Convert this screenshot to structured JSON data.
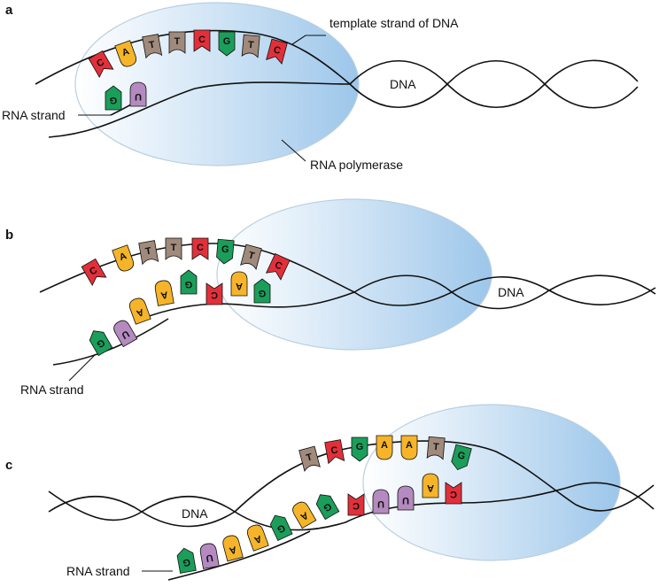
{
  "panels": [
    {
      "letter": "a",
      "labels": {
        "template": "template strand of DNA",
        "dna": "DNA",
        "rna_strand": "RNA strand",
        "polymerase": "RNA polymerase"
      },
      "template_bases": [
        "C",
        "A",
        "T",
        "T",
        "C",
        "G",
        "T",
        "C"
      ],
      "rna_bases": [
        "G",
        "U"
      ]
    },
    {
      "letter": "b",
      "labels": {
        "dna": "DNA",
        "rna_strand": "RNA strand"
      },
      "template_bases": [
        "C",
        "A",
        "T",
        "T",
        "C",
        "G",
        "T",
        "C"
      ],
      "template_bottom_bases": [
        "C"
      ],
      "rna_bases": [
        "G",
        "U",
        "A",
        "A",
        "G",
        "A",
        "G"
      ]
    },
    {
      "letter": "c",
      "labels": {
        "dna": "DNA",
        "rna_strand": "RNA strand"
      },
      "template_bases": [
        "T",
        "C",
        "G",
        "A",
        "A",
        "T",
        "G"
      ],
      "template_bottom_bases": [
        "C"
      ],
      "rna_bases": [
        "G",
        "U",
        "A",
        "A",
        "G",
        "A",
        "G",
        "C",
        "U",
        "U",
        "A"
      ]
    }
  ],
  "colors": {
    "C": "#e2303a",
    "G": "#1b9e5a",
    "A": "#f5b429",
    "T": "#a08a7c",
    "U": "#b48ac0",
    "polymerase": "#a9cdeb"
  }
}
